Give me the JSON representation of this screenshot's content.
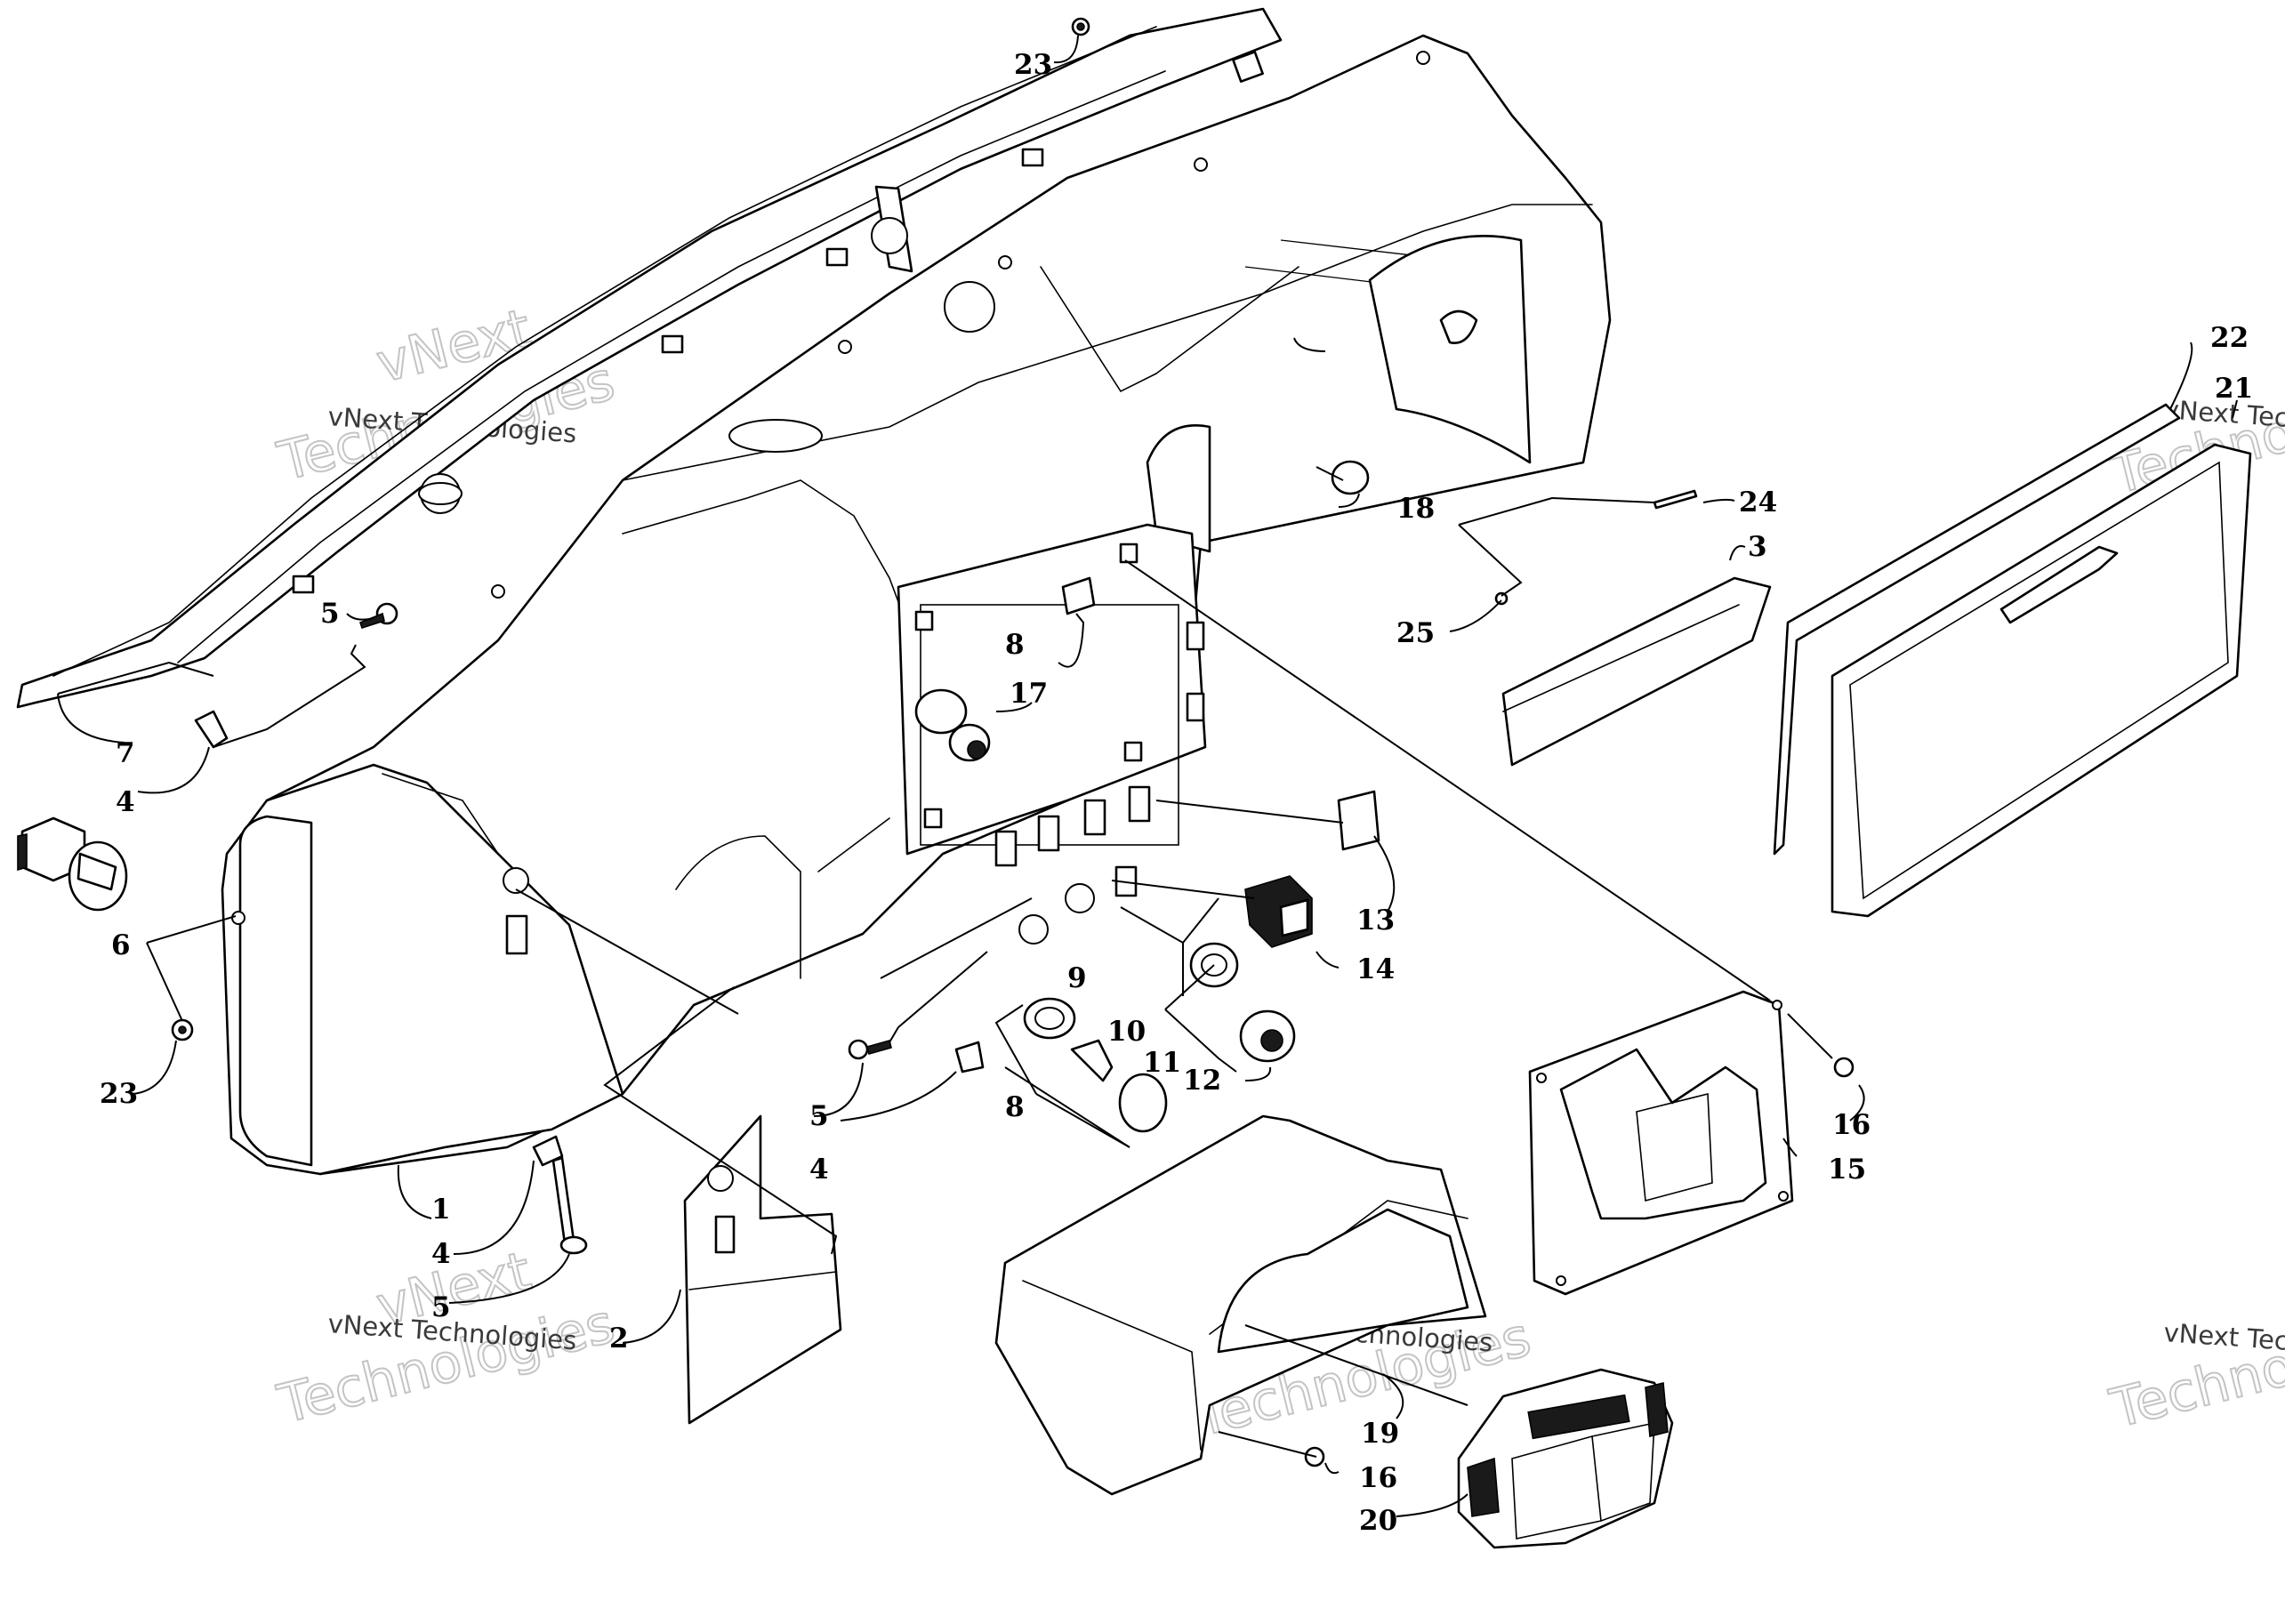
{
  "diagram": {
    "type": "exploded parts diagram",
    "callouts": [
      {
        "id": "c23a",
        "label": "23"
      },
      {
        "id": "c7",
        "label": "7"
      },
      {
        "id": "c5a",
        "label": "5"
      },
      {
        "id": "c4a",
        "label": "4"
      },
      {
        "id": "c6",
        "label": "6"
      },
      {
        "id": "c23b",
        "label": "23"
      },
      {
        "id": "c1",
        "label": "1"
      },
      {
        "id": "c4b",
        "label": "4"
      },
      {
        "id": "c5b",
        "label": "5"
      },
      {
        "id": "c2",
        "label": "2"
      },
      {
        "id": "c8a",
        "label": "8"
      },
      {
        "id": "c17",
        "label": "17"
      },
      {
        "id": "c5c",
        "label": "5"
      },
      {
        "id": "c4c",
        "label": "4"
      },
      {
        "id": "c9",
        "label": "9"
      },
      {
        "id": "c10",
        "label": "10"
      },
      {
        "id": "c11",
        "label": "11"
      },
      {
        "id": "c8b",
        "label": "8"
      },
      {
        "id": "c12",
        "label": "12"
      },
      {
        "id": "c13",
        "label": "13"
      },
      {
        "id": "c14",
        "label": "14"
      },
      {
        "id": "c18",
        "label": "18"
      },
      {
        "id": "c24",
        "label": "24"
      },
      {
        "id": "c3",
        "label": "3"
      },
      {
        "id": "c25",
        "label": "25"
      },
      {
        "id": "c22",
        "label": "22"
      },
      {
        "id": "c21",
        "label": "21"
      },
      {
        "id": "c15",
        "label": "15"
      },
      {
        "id": "c16a",
        "label": "16"
      },
      {
        "id": "c19",
        "label": "19"
      },
      {
        "id": "c16b",
        "label": "16"
      },
      {
        "id": "c20",
        "label": "20"
      }
    ]
  },
  "watermark": {
    "lines": [
      "vNext",
      "vNext Technologies",
      "Technologies"
    ]
  }
}
